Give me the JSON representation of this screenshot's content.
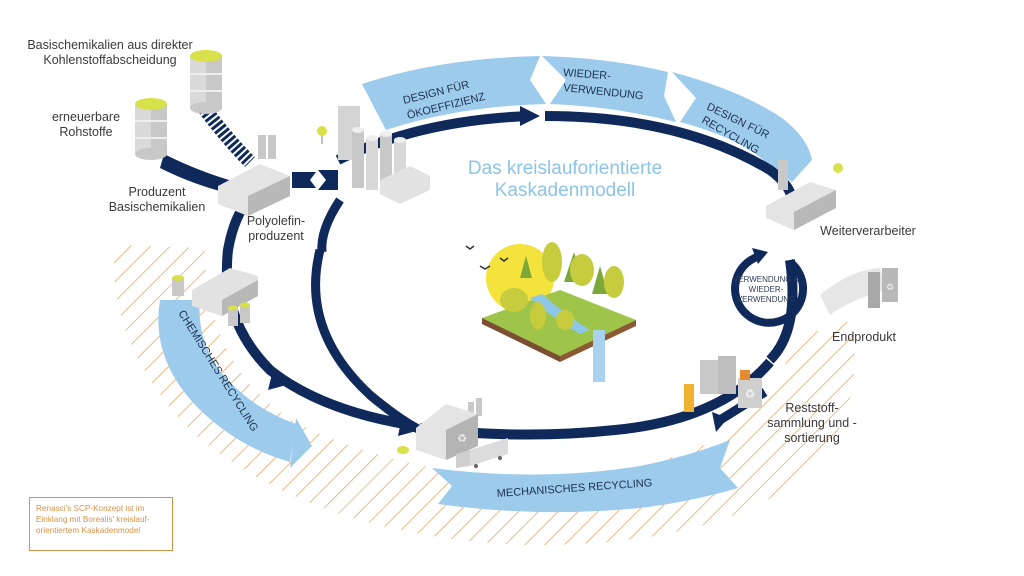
{
  "title": {
    "line1": "Das kreislauforientierte",
    "line2": "Kaskadenmodell"
  },
  "nodes": {
    "feedstock_capture": [
      "Basischemikalien aus direkter",
      "Kohlenstoffabscheidung"
    ],
    "renewable": [
      "erneuerbare",
      "Rohstoffe"
    ],
    "base_chem_producer": [
      "Produzent",
      "Basischemikalien"
    ],
    "polyolefin_producer": [
      "Polyolefin-",
      "produzent"
    ],
    "converter": [
      "Weiterverarbeiter"
    ],
    "end_product": [
      "Endprodukt"
    ],
    "waste_collection": [
      "Reststoff-",
      "sammlung und -",
      "sortierung"
    ]
  },
  "arrows": {
    "design_eco": [
      "DESIGN FÜR",
      "ÖKOEFFIZIENZ"
    ],
    "reuse": [
      "WIEDER-",
      "VERWENDUNG"
    ],
    "design_recycling": [
      "DESIGN FÜR",
      "RECYCLING"
    ],
    "chemical_recycling": "CHEMISCHES RECYCLING",
    "mechanical_recycling": "MECHANISCHES RECYCLING"
  },
  "use_loop": [
    "VERWENDUNG &",
    "WIEDER-",
    "VERWENDUNG"
  ],
  "note": [
    "Renasci's SCP-Konzept ist im",
    "Einklang mit Borealis' kreislauf-",
    "orientiertem Kaskadenmodel"
  ],
  "colors": {
    "navy": "#0f2a5a",
    "light_blue": "#9ccbeb",
    "orange": "#e0a060",
    "gray": "#c8c8c8",
    "title_blue": "#8cc4e6"
  }
}
